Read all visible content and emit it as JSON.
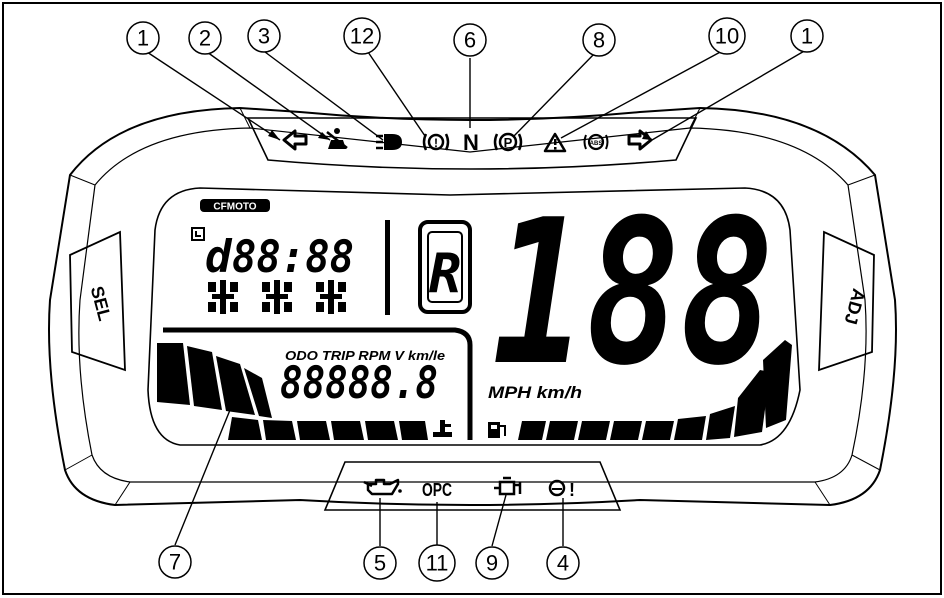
{
  "callouts": [
    {
      "id": "c1l",
      "number": "1"
    },
    {
      "id": "c2",
      "number": "2"
    },
    {
      "id": "c3",
      "number": "3"
    },
    {
      "id": "c12",
      "number": "12"
    },
    {
      "id": "c6",
      "number": "6"
    },
    {
      "id": "c8",
      "number": "8"
    },
    {
      "id": "c10",
      "number": "10"
    },
    {
      "id": "c1r",
      "number": "1"
    },
    {
      "id": "c7",
      "number": "7"
    },
    {
      "id": "c5",
      "number": "5"
    },
    {
      "id": "c11",
      "number": "11"
    },
    {
      "id": "c9",
      "number": "9"
    },
    {
      "id": "c4",
      "number": "4"
    }
  ],
  "buttons": {
    "left": "SEL",
    "right": "ADJ"
  },
  "lcd": {
    "brand": "CFMOTO",
    "clock_digits": "88:88",
    "clock_prefix": "d",
    "mode_labels": "ODO TRIP RPM V km/le",
    "odo_digits": "88888.8",
    "speed_units": "MPH km/h",
    "gear_symbol": "R",
    "speed_digits": "188"
  },
  "indicators": {
    "top": {
      "neutral": "N",
      "park": "P",
      "abs": "ABS",
      "brake": "!"
    },
    "bottom": {
      "opc": "OPC",
      "alarm": "!"
    }
  }
}
